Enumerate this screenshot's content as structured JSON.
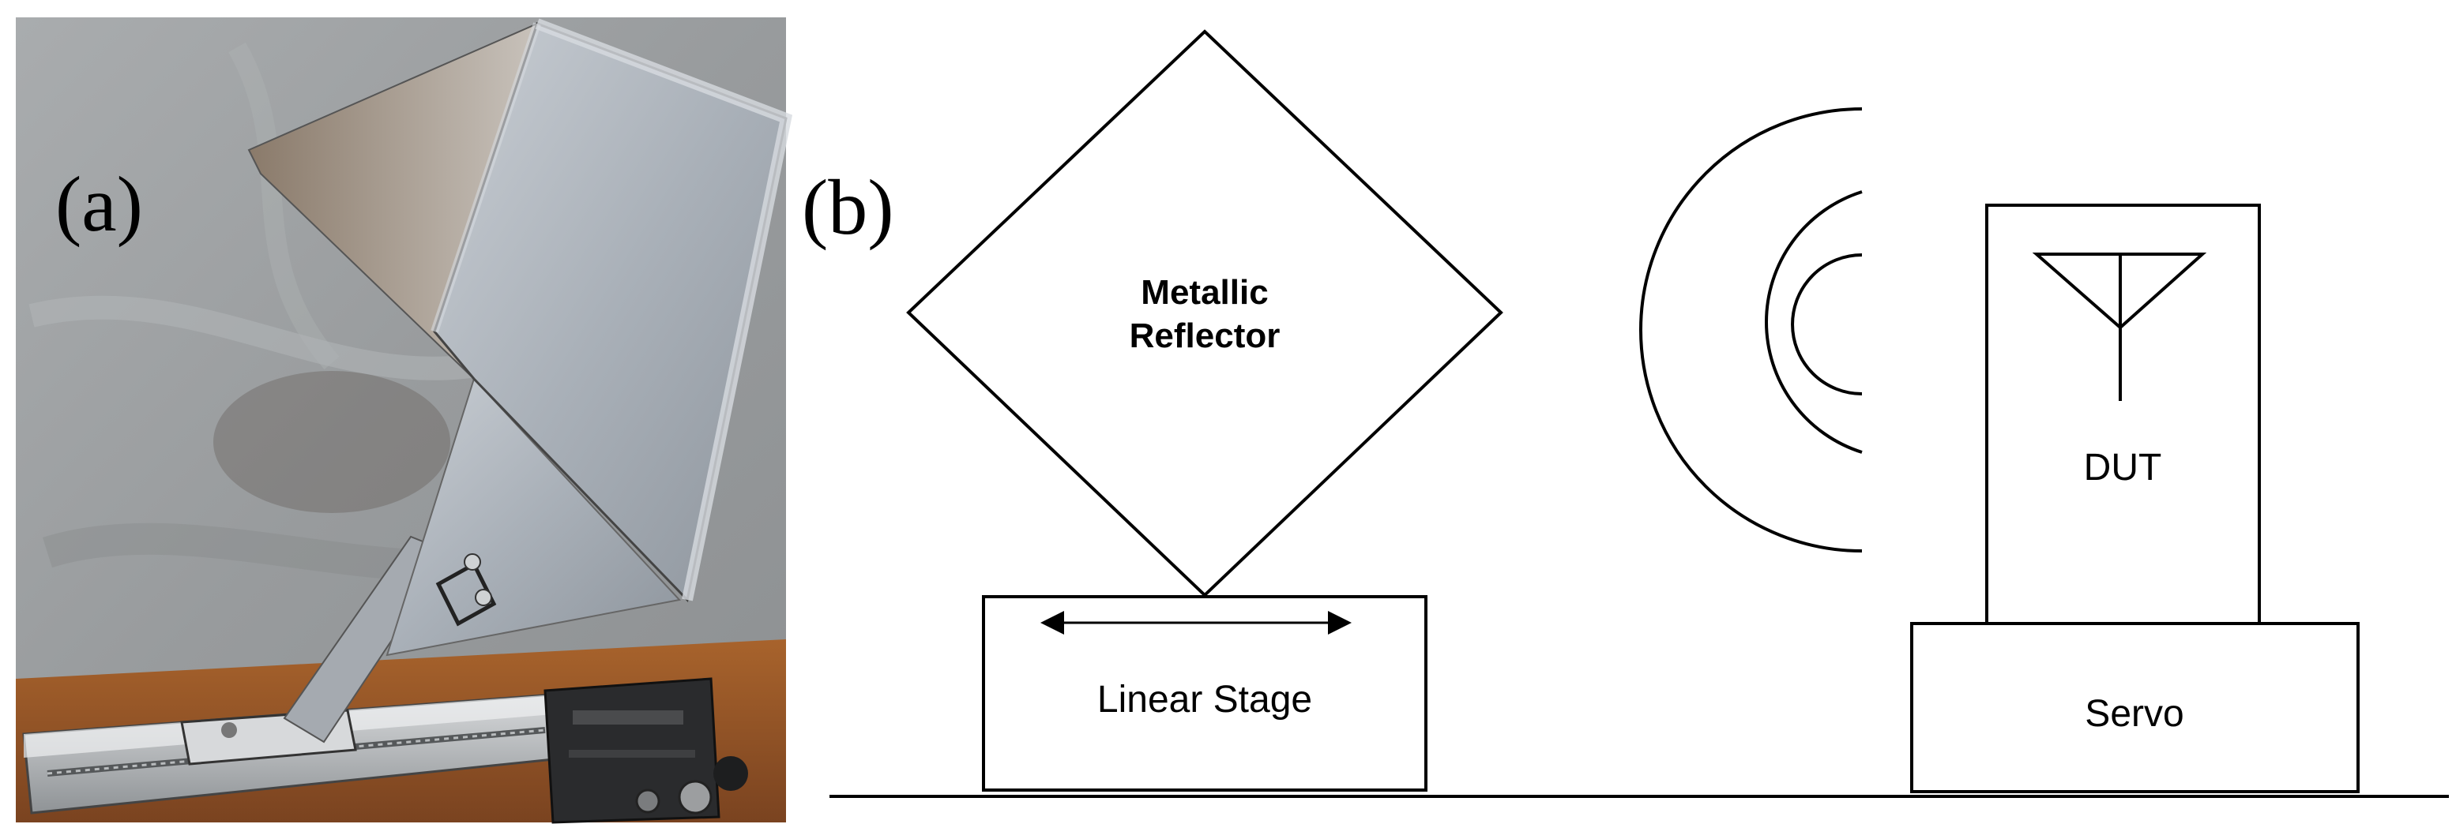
{
  "panel_a": {
    "label": "(a)"
  },
  "panel_b": {
    "label": "(b)",
    "reflector": {
      "label_line1": "Metallic",
      "label_line2": "Reflector"
    },
    "linear_stage": {
      "label": "Linear Stage"
    },
    "dut": {
      "label": "DUT"
    },
    "servo": {
      "label": "Servo"
    }
  },
  "colors": {
    "line": "#000000",
    "background": "#ffffff",
    "photo_backdrop": "#9ea1a3",
    "metal_sheet": "#b9bec4"
  },
  "icons": [
    "antenna-icon",
    "wave-arcs-icon",
    "double-arrow-icon"
  ]
}
